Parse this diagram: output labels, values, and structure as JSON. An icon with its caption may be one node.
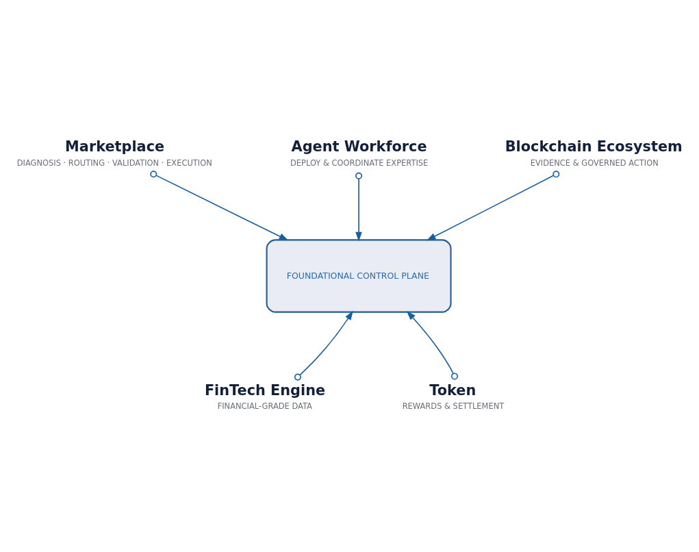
{
  "diagram": {
    "nodes": [
      {
        "text": [
          "Agent Workforce",
          "DEPLOY & COORDINATE EXPERTISE"
        ]
      },
      {
        "text": [
          "Marketplace",
          "DIAGNOSIS · ROUTING · VALIDATION · EXECUTION"
        ]
      },
      {
        "text": [
          "Blockchain Ecosystem",
          "EVIDENCE & GOVERNED ACTION"
        ]
      },
      {
        "text": [
          "FOUNDATIONAL CONTROL PLANE"
        ]
      },
      {
        "text": [
          "FinTech Engine",
          "FINANCIAL-GRADE DATA"
        ]
      },
      {
        "text": [
          "Token",
          "REWARDS & SETTLEMENT"
        ]
      }
    ],
    "edges": [
      {
        "from": 0,
        "to": 3,
        "arrow": "to"
      },
      {
        "from": 1,
        "to": 3,
        "arrow": "to"
      },
      {
        "from": 2,
        "to": 3,
        "arrow": "to"
      },
      {
        "from": 4,
        "to": 3,
        "arrow": "to"
      },
      {
        "from": 5,
        "to": 3,
        "arrow": "to"
      }
    ]
  }
}
